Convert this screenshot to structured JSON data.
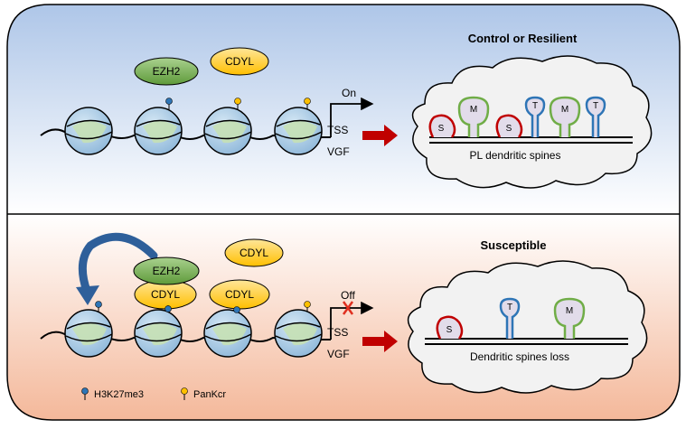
{
  "panels": {
    "top": {
      "title": "Control or Resilient",
      "proteins": {
        "ezh2": "EZH2",
        "cdyl": "CDYL"
      },
      "gene": {
        "tss": "TSS",
        "vgf": "VGF",
        "state": "On"
      },
      "spines_caption": "PL dendritic spines",
      "spine_letters": [
        "S",
        "M",
        "S",
        "T",
        "M",
        "T"
      ]
    },
    "bottom": {
      "title": "Susceptible",
      "proteins": {
        "ezh2": "EZH2",
        "cdyl_1": "CDYL",
        "cdyl_2": "CDYL",
        "cdyl_3": "CDYL"
      },
      "gene": {
        "tss": "TSS",
        "vgf": "VGF",
        "state": "Off"
      },
      "spines_caption": "Dendritic spines loss",
      "spine_letters": [
        "S",
        "T",
        "M"
      ]
    }
  },
  "legend": {
    "h3k27me3": "H3K27me3",
    "pankcr": "PanKcr"
  },
  "colors": {
    "top_bg_top": "#aec6e8",
    "top_bg_bottom": "#ffffff",
    "bottom_bg_top": "#ffffff",
    "bottom_bg_bottom": "#f4b89a",
    "ezh2": "#70ad47",
    "cdyl": "#ffc000",
    "nucleosome_blue": "#9dc3e6",
    "nucleosome_green": "#c5e0b4",
    "h3k27me3_marker": "#2e75b6",
    "pankcr_marker": "#ffc000",
    "arrow_red": "#c00000",
    "spine_s": "#c00000",
    "spine_m": "#70ad47",
    "spine_t": "#2e75b6"
  }
}
